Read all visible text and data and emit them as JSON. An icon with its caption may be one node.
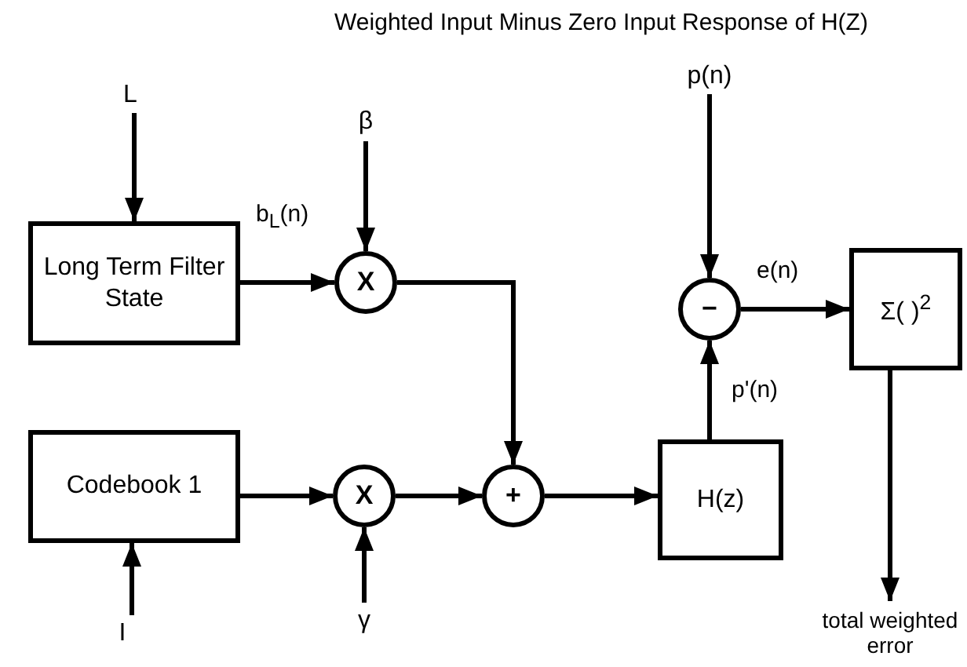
{
  "diagram": {
    "title": "Weighted Input Minus Zero Input Response of  H(Z)",
    "nodes": [
      {
        "text": [
          "L"
        ]
      },
      {
        "text": [
          "β"
        ]
      },
      {
        "text": [
          "Long Term Filter State"
        ]
      },
      {
        "text": [
          "X"
        ]
      },
      {
        "text": [
          "p(n)"
        ]
      },
      {
        "text": [
          "−"
        ]
      },
      {
        "text": [
          "Σ(  )$^{2}$"
        ]
      },
      {
        "text": [
          "Codebook 1"
        ]
      },
      {
        "text": [
          "X"
        ]
      },
      {
        "text": [
          "+"
        ]
      },
      {
        "text": [
          "H(z)"
        ]
      },
      {
        "text": [
          "I"
        ]
      },
      {
        "text": [
          "γ"
        ]
      },
      {
        "text": [
          "total weighted error"
        ]
      }
    ],
    "edges": [
      {
        "from": 0,
        "to": 2,
        "arrow": "to"
      },
      {
        "from": 1,
        "to": 3,
        "arrow": "to"
      },
      {
        "from": 2,
        "to": 3,
        "arrow": "to",
        "label": "b$_{L}$(n)"
      },
      {
        "from": 3,
        "to": 9,
        "arrow": "to"
      },
      {
        "from": 4,
        "to": 5,
        "arrow": "to"
      },
      {
        "from": 5,
        "to": 6,
        "arrow": "to",
        "label": "e(n)"
      },
      {
        "from": 7,
        "to": 8,
        "arrow": "to"
      },
      {
        "from": 11,
        "to": 7,
        "arrow": "to"
      },
      {
        "from": 12,
        "to": 8,
        "arrow": "to"
      },
      {
        "from": 8,
        "to": 9,
        "arrow": "to"
      },
      {
        "from": 9,
        "to": 10,
        "arrow": "to"
      },
      {
        "from": 10,
        "to": 5,
        "arrow": "to",
        "label": "p'(n)"
      },
      {
        "from": 6,
        "to": 13,
        "arrow": "to"
      }
    ]
  }
}
